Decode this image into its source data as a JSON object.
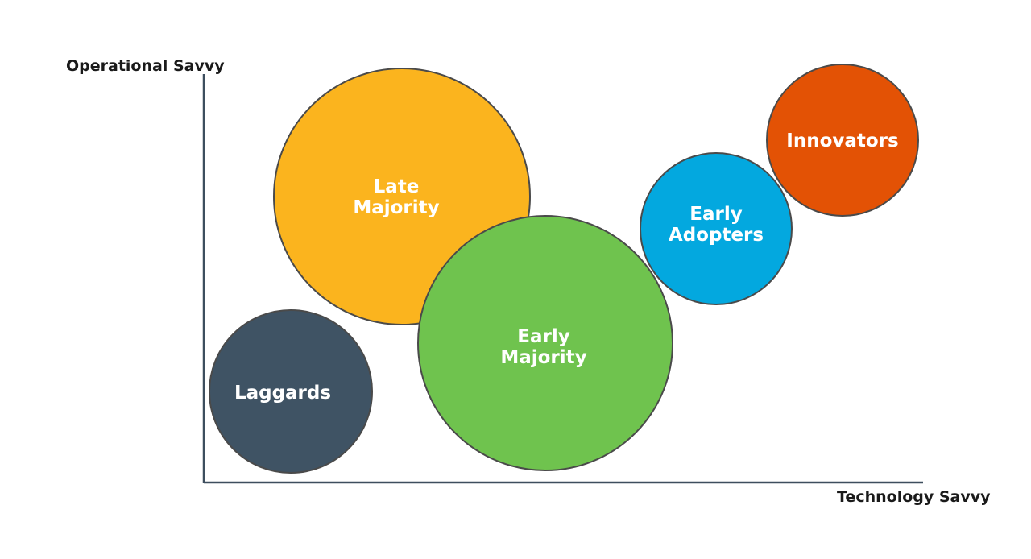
{
  "axes": {
    "y_label": "Operational Savvy",
    "x_label": "Technology Savvy"
  },
  "segments": [
    {
      "id": "late-majority",
      "lines": [
        "Late",
        "Majority"
      ],
      "color": "#FBB41E"
    },
    {
      "id": "laggards",
      "lines": [
        "Laggards"
      ],
      "color": "#3F5364"
    },
    {
      "id": "early-majority",
      "lines": [
        "Early",
        "Majority"
      ],
      "color": "#6FC34E"
    },
    {
      "id": "early-adopters",
      "lines": [
        "Early",
        "Adopters"
      ],
      "color": "#03A8DF"
    },
    {
      "id": "innovators",
      "lines": [
        "Innovators"
      ],
      "color": "#E35205"
    }
  ],
  "colors": {
    "axis": "#3D4E5E",
    "outline": "#4a4a4a"
  }
}
